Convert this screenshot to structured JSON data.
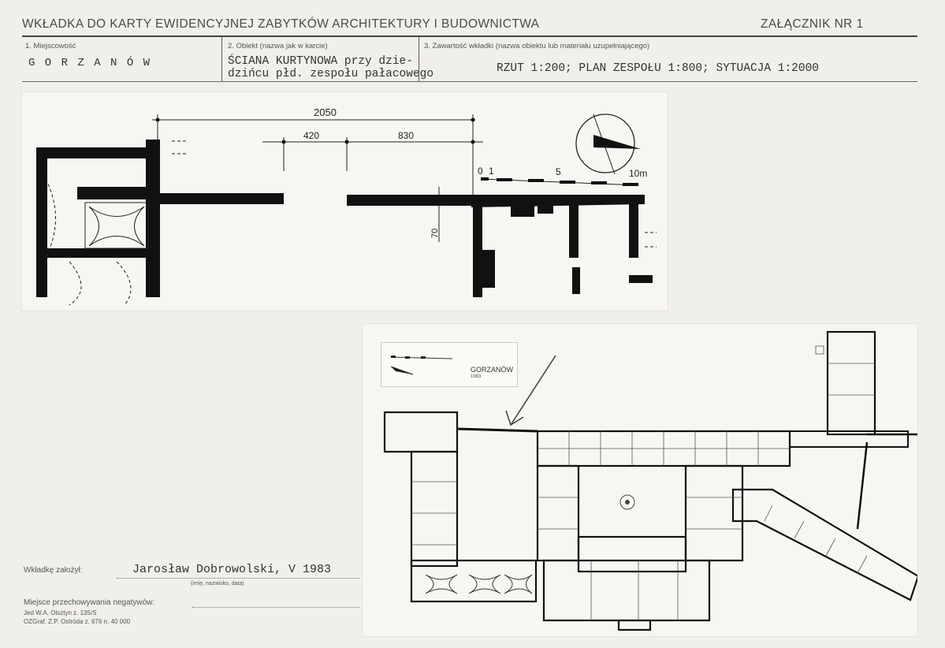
{
  "header": {
    "title": "WKŁADKA DO KARTY EWIDENCYJNEJ ZABYTKÓW ARCHITEKTURY I BUDOWNICTWA",
    "annex": "ZAŁĄCZNIK NR 1"
  },
  "fields": {
    "locality_label": "1. Miejscowość",
    "locality_value": "G O R Z A N Ó W",
    "object_label": "2. Obiekt (nazwa jak w karcie)",
    "object_value_line1": "ŚCIANA KURTYNOWA przy dzie-",
    "object_value_line2": "dzińcu płd. zespołu pałacowego",
    "contents_label": "3. Zawartość wkładki (nazwa obiektu lub materiału uzupełniającego)",
    "contents_value": "RZUT 1:200; PLAN ZESPOŁU 1:800; SYTUACJA 1:2000"
  },
  "drawing": {
    "dim_total": "2050",
    "dim_a": "420",
    "dim_b": "830",
    "dim_vertical": "70",
    "scale_0": "0",
    "scale_1": "1",
    "scale_5": "5",
    "scale_10": "10m"
  },
  "site_plan": {
    "inset_label": "GORZANÓW",
    "inset_year": "1983"
  },
  "footer": {
    "author_label": "Wkładkę założył:",
    "author_value": "Jarosław Dobrowolski, V 1983",
    "author_hint": "(imię, nazwisko, data)",
    "negatives_label": "Miejsce przechowywania negatywów:",
    "print_line1": "Jed  W.A. Olsztyn z. 135/S",
    "print_line2": "OZGraf. Z.P. Ostróda z. 676 n. 40 000"
  }
}
